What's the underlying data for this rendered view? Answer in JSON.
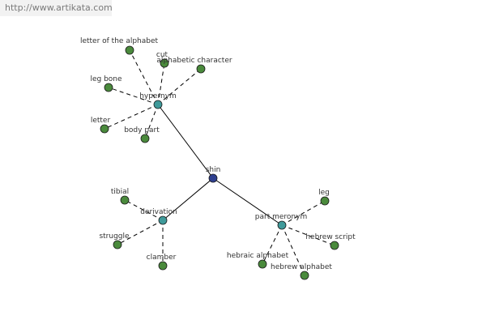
{
  "watermark": "http://www.artikata.com",
  "graph": {
    "center": {
      "label": "shin",
      "color": "#2e3f8f"
    },
    "relations": [
      {
        "key": "hypernym",
        "label": "hypernym",
        "color": "#3f9a9a",
        "leaves": [
          {
            "key": "letter-of-the-alphabet",
            "label": "letter of the alphabet"
          },
          {
            "key": "cut",
            "label": "cut"
          },
          {
            "key": "alphabetic-character",
            "label": "alphabetic character"
          },
          {
            "key": "leg-bone",
            "label": "leg bone"
          },
          {
            "key": "letter",
            "label": "letter"
          },
          {
            "key": "body-part",
            "label": "body part"
          }
        ]
      },
      {
        "key": "derivation",
        "label": "derivation",
        "color": "#3f9a9a",
        "leaves": [
          {
            "key": "tibial",
            "label": "tibial"
          },
          {
            "key": "struggle",
            "label": "struggle"
          },
          {
            "key": "clamber",
            "label": "clamber"
          }
        ]
      },
      {
        "key": "part-meronym",
        "label": "part meronym",
        "color": "#3f9a9a",
        "leaves": [
          {
            "key": "leg",
            "label": "leg"
          },
          {
            "key": "hebrew-script",
            "label": "hebrew script"
          },
          {
            "key": "hebraic-alphabet",
            "label": "hebraic alphabet"
          },
          {
            "key": "hebrew-alphabet",
            "label": "hebrew alphabet"
          }
        ]
      }
    ],
    "leaf_color": "#4a8a3c",
    "edge_color": "#000000"
  }
}
